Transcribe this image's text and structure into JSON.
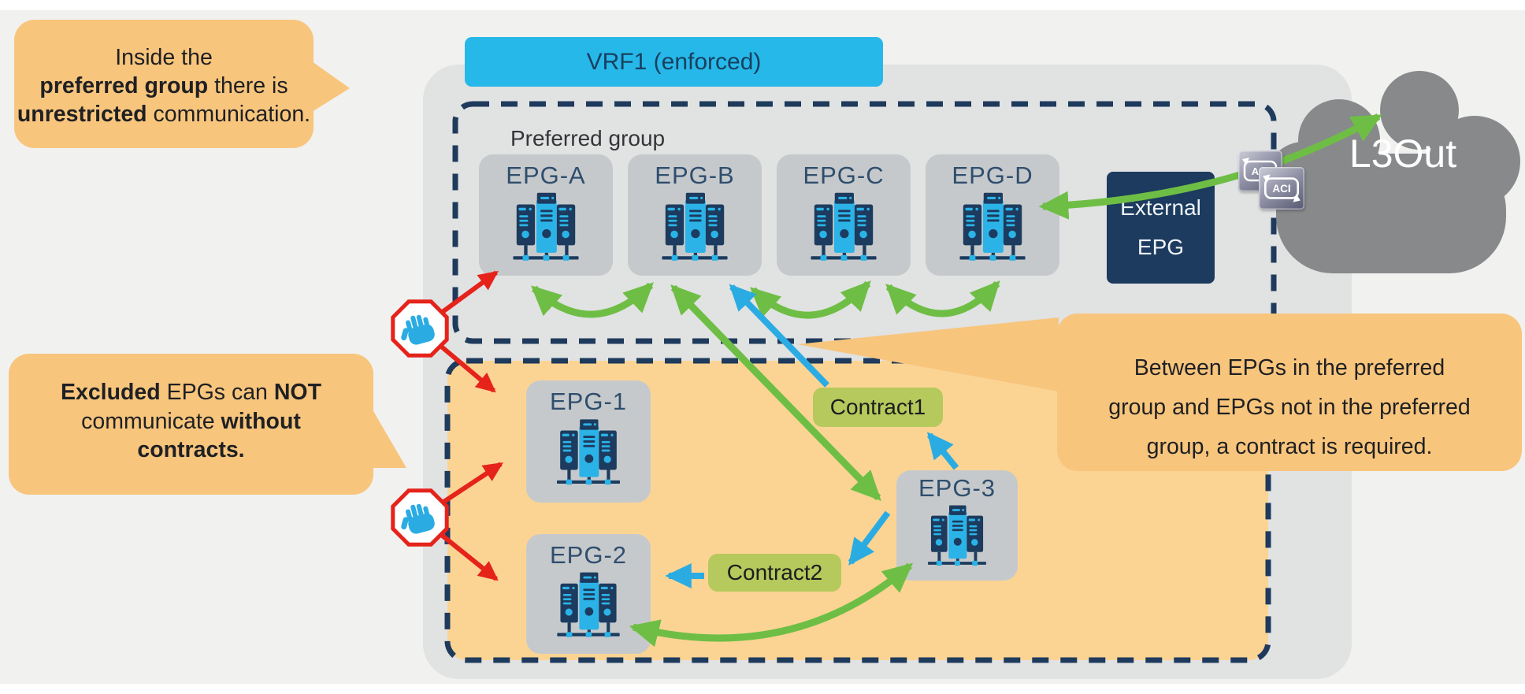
{
  "colors": {
    "vrf_bar_cyan": "#27B8EA",
    "navy": "#1C3B5E",
    "container_gray": "#E1E2E2",
    "epg_box_gray": "#C6C9CB",
    "excluded_fill_orange": "#FBD494",
    "callout_orange": "#F8C57D",
    "contract_green": "#B5C95C",
    "arrow_green": "#6EBE45",
    "arrow_blue": "#2AACE3",
    "arrow_red": "#E5231B",
    "cloud_gray": "#87898B"
  },
  "vrf": {
    "label": "VRF1 (enforced)"
  },
  "preferred_group": {
    "label": "Preferred group",
    "epgs": [
      "EPG-A",
      "EPG-B",
      "EPG-C",
      "EPG-D"
    ]
  },
  "excluded_group": {
    "epgs": [
      "EPG-1",
      "EPG-2",
      "EPG-3"
    ]
  },
  "external_epg": {
    "line1": "External",
    "line2": "EPG"
  },
  "cloud": {
    "label": "L3Out"
  },
  "aci": {
    "label": "ACI"
  },
  "contracts": {
    "contract1": "Contract1",
    "contract2": "Contract2"
  },
  "callouts": {
    "inside_preferred": {
      "l1": "Inside the",
      "l2_bold": "preferred group",
      "l2_rest": " there is",
      "l3_bold": "unrestricted",
      "l3_rest": " communication."
    },
    "excluded": {
      "l1_bold": "Excluded",
      "l1_mid": " EPGs can ",
      "l1_bold2": "NOT",
      "l2_rest": "communicate ",
      "l2_bold": "without",
      "l3_bold": "contracts."
    },
    "contract_required": {
      "l1": "Between EPGs in the preferred",
      "l2": "group and EPGs not in the preferred",
      "l3": "group, a contract is required."
    }
  }
}
